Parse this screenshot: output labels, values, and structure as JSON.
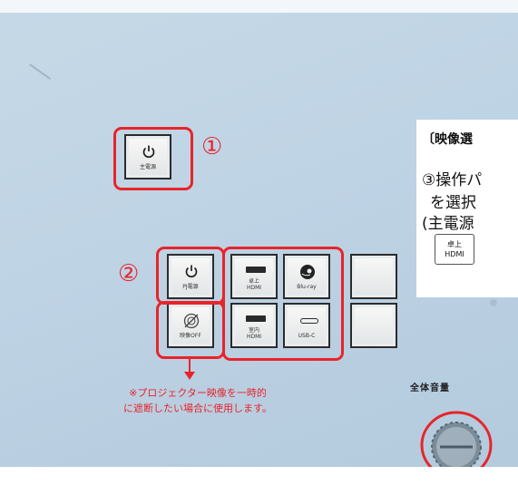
{
  "panel": {
    "main_power_label": "主電源",
    "pj_power_label": "PJ電源",
    "desk_hdmi_label": [
      "卓上",
      "HDMI"
    ],
    "bluray_label": "Blu-ray",
    "video_off_label": "映像OFF",
    "indoor_hdmi_label": [
      "室内",
      "HDMI"
    ],
    "usbc_label": "USB-C",
    "volume_label": "全体音量"
  },
  "markers": {
    "one": "①",
    "two": "②",
    "three": "③"
  },
  "callout": {
    "title": "〔映像選",
    "line1": "③操作パ",
    "line2": "を選択",
    "line3": "(主電源",
    "mini_button": [
      "卓上",
      "HDMI"
    ]
  },
  "note": {
    "line1": "※プロジェクター映像を一時的",
    "line2": "に遮断したい場合に使用します。"
  },
  "colors": {
    "annotation_red": "#e8242a",
    "panel_blue": "#c1d5e5"
  },
  "icons": [
    "power-icon",
    "bluray-disc-icon",
    "video-off-icon",
    "hdmi-port-icon",
    "usb-c-port-icon",
    "volume-knob-icon"
  ]
}
